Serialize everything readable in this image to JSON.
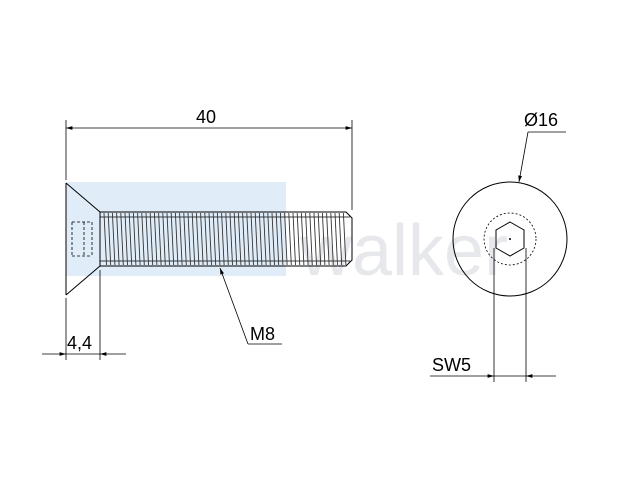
{
  "drawing": {
    "title": "Countersunk socket screw M8 x 40",
    "dimensions": {
      "length": "40",
      "head_height": "4,4",
      "thread": "M8",
      "head_diameter": "Ø16",
      "socket_size": "SW5"
    },
    "watermark": "walker",
    "watermark_color": "#cfe3f5"
  }
}
